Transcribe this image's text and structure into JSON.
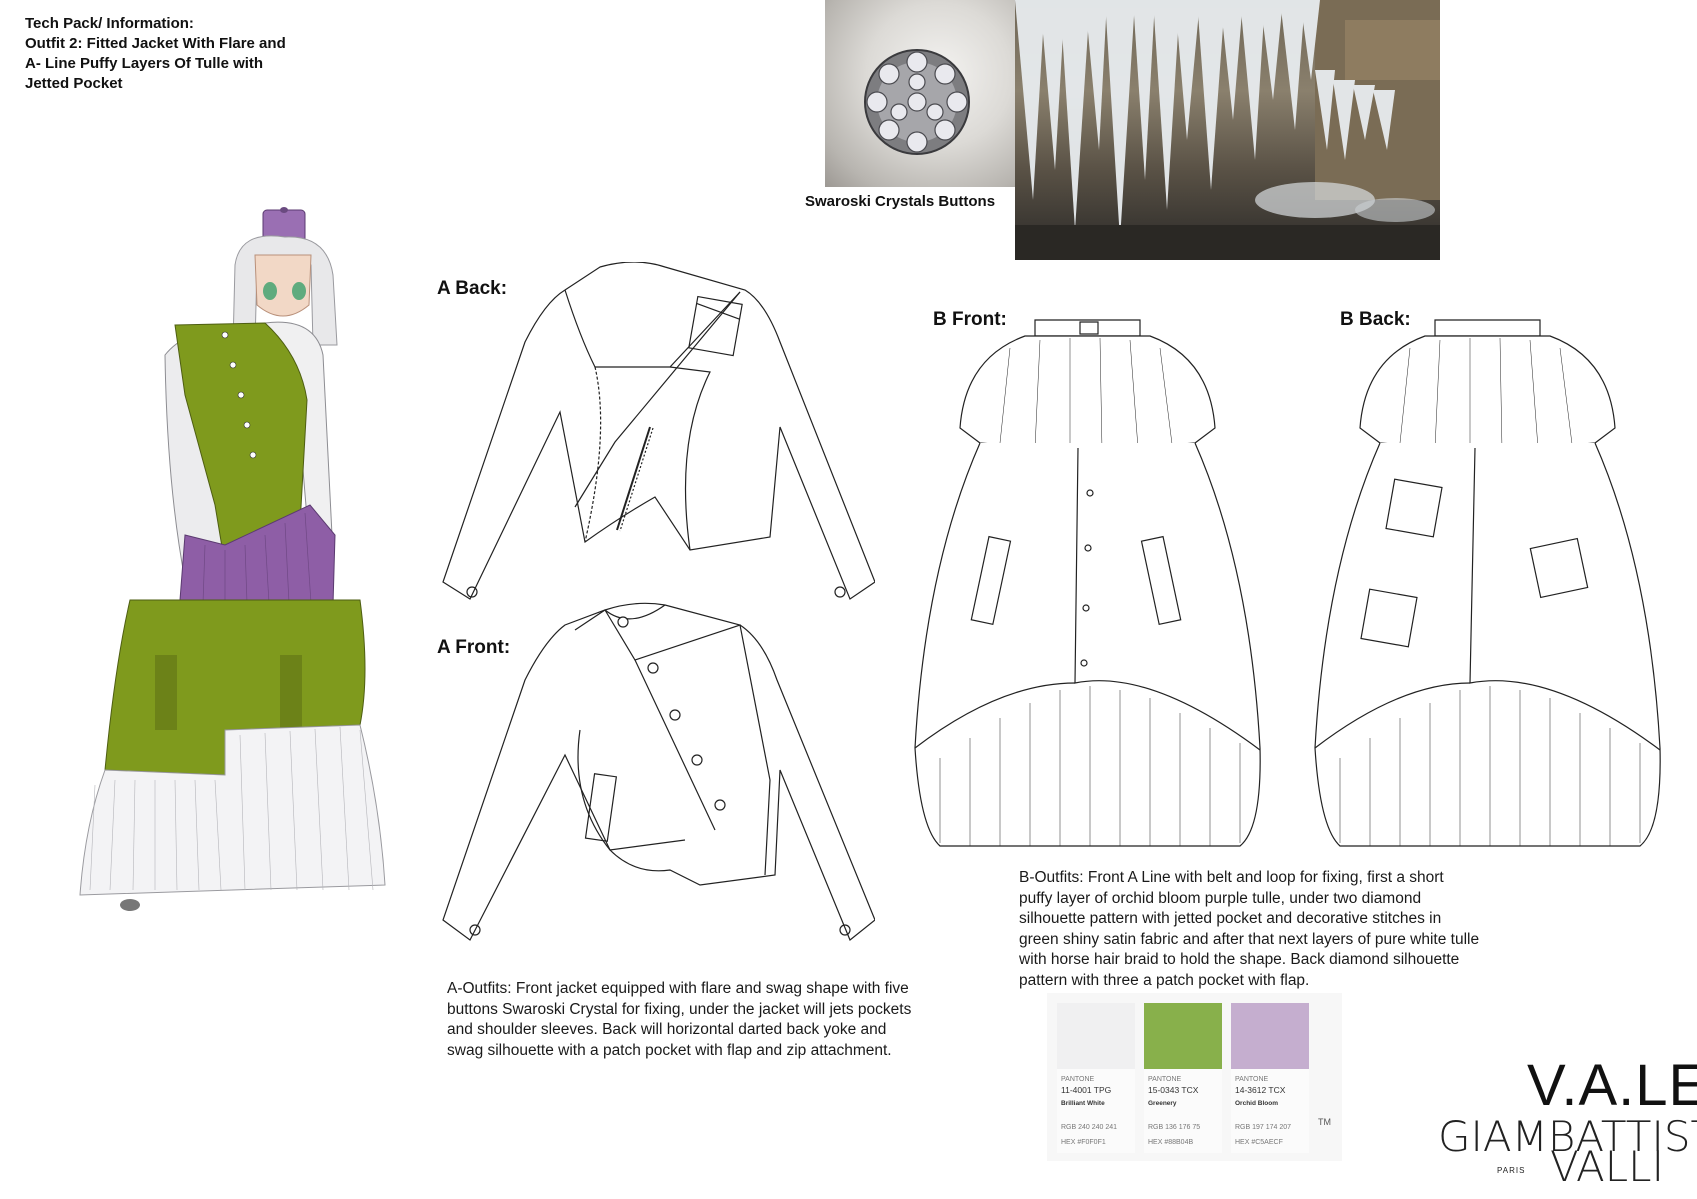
{
  "header": {
    "title_lines": [
      "Tech Pack/ Information:",
      "Outfit 2: Fitted Jacket With Flare and",
      "A- Line Puffy Layers Of Tulle with",
      "Jetted Pocket"
    ]
  },
  "photos": {
    "button_caption": "Swaroski Crystals Buttons"
  },
  "labels": {
    "a_back": "A Back:",
    "a_front": "A Front:",
    "b_front": "B Front:",
    "b_back": "B Back:"
  },
  "descriptions": {
    "a_outfits": [
      "A-Outfits: Front jacket equipped with flare and swag shape with five",
      "buttons Swaroski Crystal for fixing, under the jacket will jets pockets",
      "and shoulder sleeves. Back will horizontal darted back yoke and",
      "swag silhouette with a patch pocket with flap and zip attachment."
    ],
    "b_outfits": [
      "B-Outfits: Front A Line with belt and loop for fixing, first a short",
      "puffy layer of orchid bloom purple tulle, under two diamond",
      "silhouette pattern with jetted pocket and decorative stitches in",
      "green shiny satin fabric and after that next layers of pure white tulle",
      "with horse hair braid to hold the shape. Back diamond silhouette",
      "pattern with three a patch pocket with flap."
    ]
  },
  "palette": {
    "swatches": [
      {
        "brand": "PANTONE",
        "code": "11-4001 TPG",
        "name": "Brilliant White",
        "rgb": "RGB  240 240 241",
        "hex": "HEX #F0F0F1",
        "color": "#F0F0F1"
      },
      {
        "brand": "PANTONE",
        "code": "15-0343 TCX",
        "name": "Greenery",
        "rgb": "RGB  136 176 75",
        "hex": "HEX #88B04B",
        "color": "#88B04B"
      },
      {
        "brand": "PANTONE",
        "code": "14-3612 TCX",
        "name": "Orchid Bloom",
        "rgb": "RGB  197 174 207",
        "hex": "HEX #C5AECF",
        "color": "#C5AECF"
      }
    ],
    "tm": "TM"
  },
  "logo": {
    "top": "V.A.LE",
    "mid": "GIAMBATTISTA",
    "city": "PARIS",
    "bottom": "VALLI"
  }
}
